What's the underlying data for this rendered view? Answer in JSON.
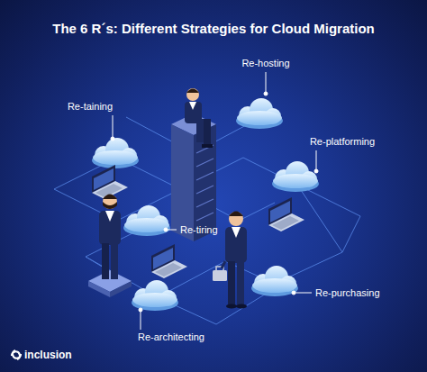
{
  "diagram": {
    "title": "The 6 R´s: Different Strategies for Cloud Migration",
    "labels": [
      "Re-hosting",
      "Re-taining",
      "Re-platforming",
      "Re-tiring",
      "Re-purchasing",
      "Re-architecting",
      "inclusion"
    ]
  }
}
